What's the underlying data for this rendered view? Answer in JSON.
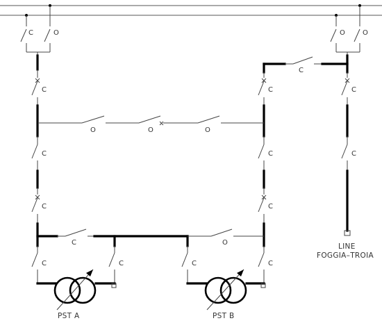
{
  "diagram": {
    "labels": {
      "closed": "C",
      "open": "O"
    },
    "transformers": {
      "a": "PST A",
      "b": "PST B"
    },
    "line": {
      "line1": "LINE",
      "line2": "FOGGIA–TROIA"
    }
  }
}
